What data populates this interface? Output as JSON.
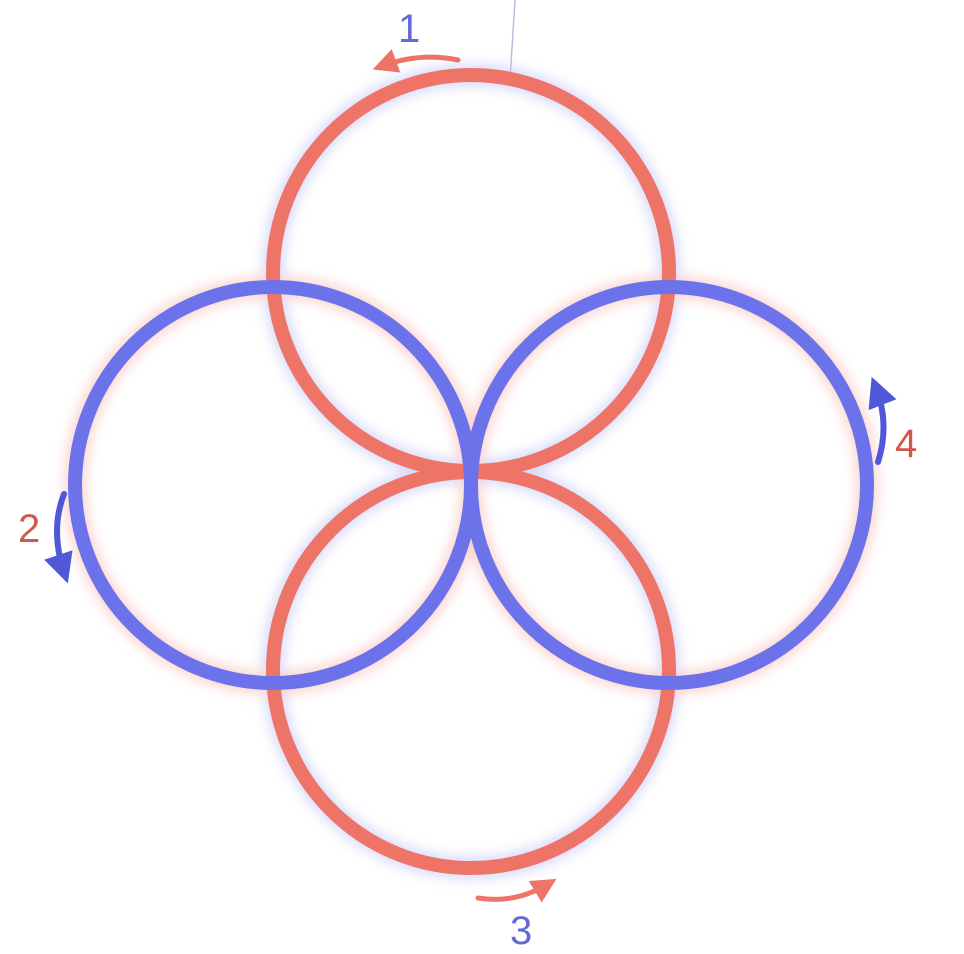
{
  "colors": {
    "background": "#ffffff",
    "red": "#EE7468",
    "blue": "#6C73EA",
    "red_glow": "#F7B3AA",
    "blue_glow": "#B9BEF6",
    "label_blue": "#6269D8",
    "label_red": "#D2584E"
  },
  "diagram": {
    "circles": [
      {
        "name": "top-circle",
        "color": "red"
      },
      {
        "name": "left-circle",
        "color": "blue"
      },
      {
        "name": "right-circle",
        "color": "blue"
      },
      {
        "name": "bottom-circle",
        "color": "red"
      }
    ],
    "labels": [
      {
        "name": "label-1",
        "text": "1",
        "color": "label_blue"
      },
      {
        "name": "label-2",
        "text": "2",
        "color": "label_red"
      },
      {
        "name": "label-3",
        "text": "3",
        "color": "label_blue"
      },
      {
        "name": "label-4",
        "text": "4",
        "color": "label_red"
      }
    ],
    "arrows": [
      {
        "name": "arrow-1-icon",
        "direction": "counterclockwise",
        "color": "red"
      },
      {
        "name": "arrow-2-icon",
        "direction": "counterclockwise",
        "color": "blue"
      },
      {
        "name": "arrow-3-icon",
        "direction": "counterclockwise",
        "color": "red"
      },
      {
        "name": "arrow-4-icon",
        "direction": "counterclockwise",
        "color": "blue"
      }
    ]
  }
}
